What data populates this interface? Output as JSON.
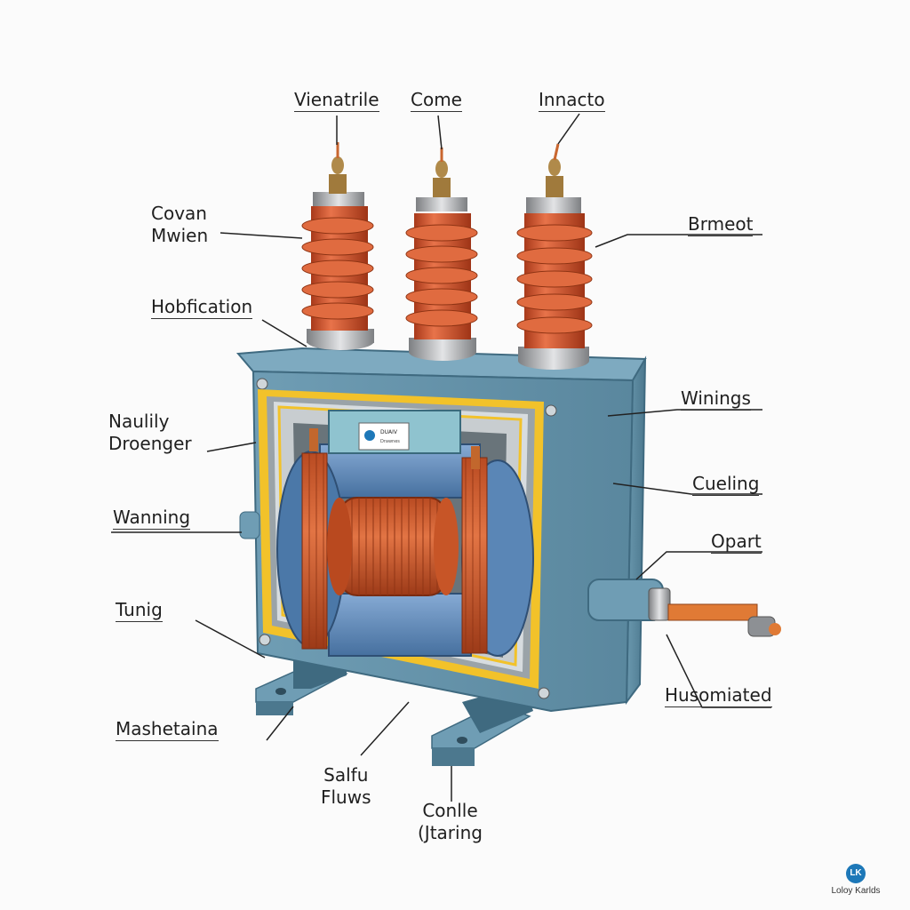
{
  "diagram": {
    "labels": {
      "vienatrile": "Vienatrile",
      "come": "Come",
      "innacto": "Innacto",
      "covan_mwien": [
        "Covan",
        "Mwien"
      ],
      "brmeot": "Brmeot",
      "hobfication": "Hobfication",
      "winings": "Winings",
      "naulily_droenger": [
        "Naulily",
        "Droenger"
      ],
      "cueling": "Cueling",
      "wanning": "Wanning",
      "opart": "Opart",
      "tunig": "Tunig",
      "husomiated": "Husomiated",
      "mashetaina": "Mashetaina",
      "salfu_fluws": [
        "Salfu",
        "Fluws"
      ],
      "conlle_jtaring": [
        "Conlle",
        "(Jtaring"
      ]
    },
    "nameplate": {
      "line1": "DUAIV",
      "line2": "Drawnes"
    }
  },
  "watermark": {
    "icon": "logo-circle-icon",
    "icon_text": "LK",
    "text": "Loloy Karlds"
  },
  "colors": {
    "tank": "#5f8ea6",
    "tank_dark": "#3f6a80",
    "bushing": "#d0572f",
    "coil": "#d2602e",
    "core": "#5d86b6",
    "frame_yellow": "#f2c22a"
  }
}
